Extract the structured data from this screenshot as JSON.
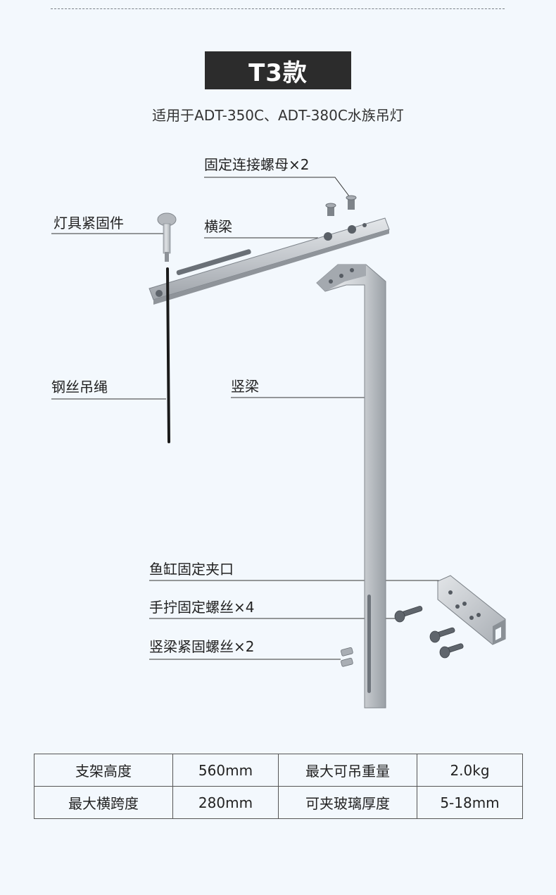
{
  "title": "T3款",
  "subtitle": "适用于ADT-350C、ADT-380C水族吊灯",
  "labels": {
    "nut": "固定连接螺母×2",
    "fastener": "灯具紧固件",
    "crossbeam": "横梁",
    "wire": "钢丝吊绳",
    "upright": "竖梁",
    "clamp": "鱼缸固定夹口",
    "hand_screw": "手拧固定螺丝×4",
    "beam_screw": "竖梁紧固螺丝×2"
  },
  "specs": {
    "rows": [
      [
        "支架高度",
        "560mm",
        "最大可吊重量",
        "2.0kg"
      ],
      [
        "最大横跨度",
        "280mm",
        "可夹玻璃厚度",
        "5-18mm"
      ]
    ]
  },
  "colors": {
    "background": "#f3f8fd",
    "title_bg": "#2c2c2c",
    "title_text": "#ffffff",
    "metal": "#c9ccd0",
    "wire": "#1a1a1a"
  }
}
